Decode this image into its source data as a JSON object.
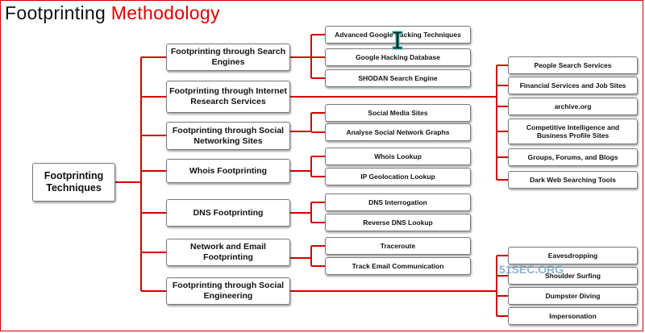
{
  "title": {
    "part1": "Footprinting ",
    "part2": "Methodology"
  },
  "root": "Footprinting Techniques",
  "categories": [
    "Footprinting through Search Engines",
    "Footprinting through Internet Research Services",
    "Footprinting through Social Networking Sites",
    "Whois Footprinting",
    "DNS Footprinting",
    "Network and Email Footprinting",
    "Footprinting through Social Engineering"
  ],
  "search_engines": [
    "Advanced Google Hacking Techniques",
    "Google Hacking Database",
    "SHODAN Search Engine"
  ],
  "social_networking": [
    "Social Media Sites",
    "Analyse Social Network Graphs"
  ],
  "whois": [
    "Whois Lookup",
    "IP Geolocation Lookup"
  ],
  "dns": [
    "DNS Interrogation",
    "Reverse DNS Lookup"
  ],
  "network_email": [
    "Traceroute",
    "Track Email Communication"
  ],
  "internet_research": [
    "People Search Services",
    "Financial Services and Job Sites",
    "archive.org",
    "Competitive Intelligence and Business Profile Sites",
    "Groups, Forums, and Blogs",
    "Dark Web Searching Tools"
  ],
  "social_engineering": [
    "Eavesdropping",
    "Shoulder Surfing",
    "Dumpster Diving",
    "Impersonation"
  ],
  "watermark": "51SEC.ORG",
  "colors": {
    "line": "#d10000",
    "title_accent": "#e00000",
    "watermark": "#7aa6c8"
  },
  "icons": [
    "text-cursor-icon"
  ]
}
